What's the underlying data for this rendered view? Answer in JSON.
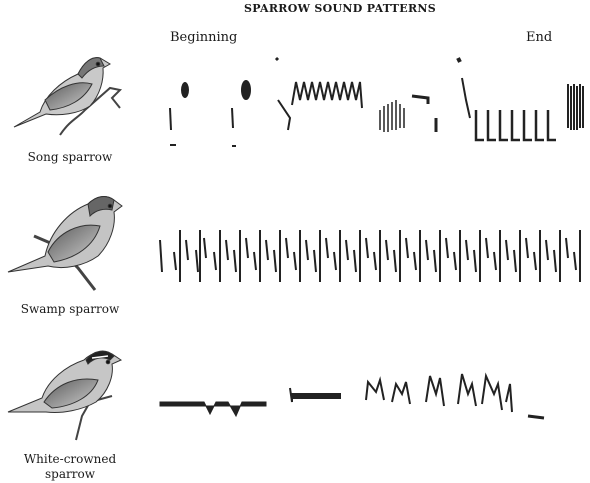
{
  "header": {
    "title": "SPARROW SOUND PATTERNS",
    "beginning_label": "Beginning",
    "end_label": "End"
  },
  "rows": [
    {
      "caption": "Song sparrow"
    },
    {
      "caption": "Swamp sparrow"
    },
    {
      "caption_line1": "White-crowned",
      "caption_line2": "sparrow"
    }
  ]
}
